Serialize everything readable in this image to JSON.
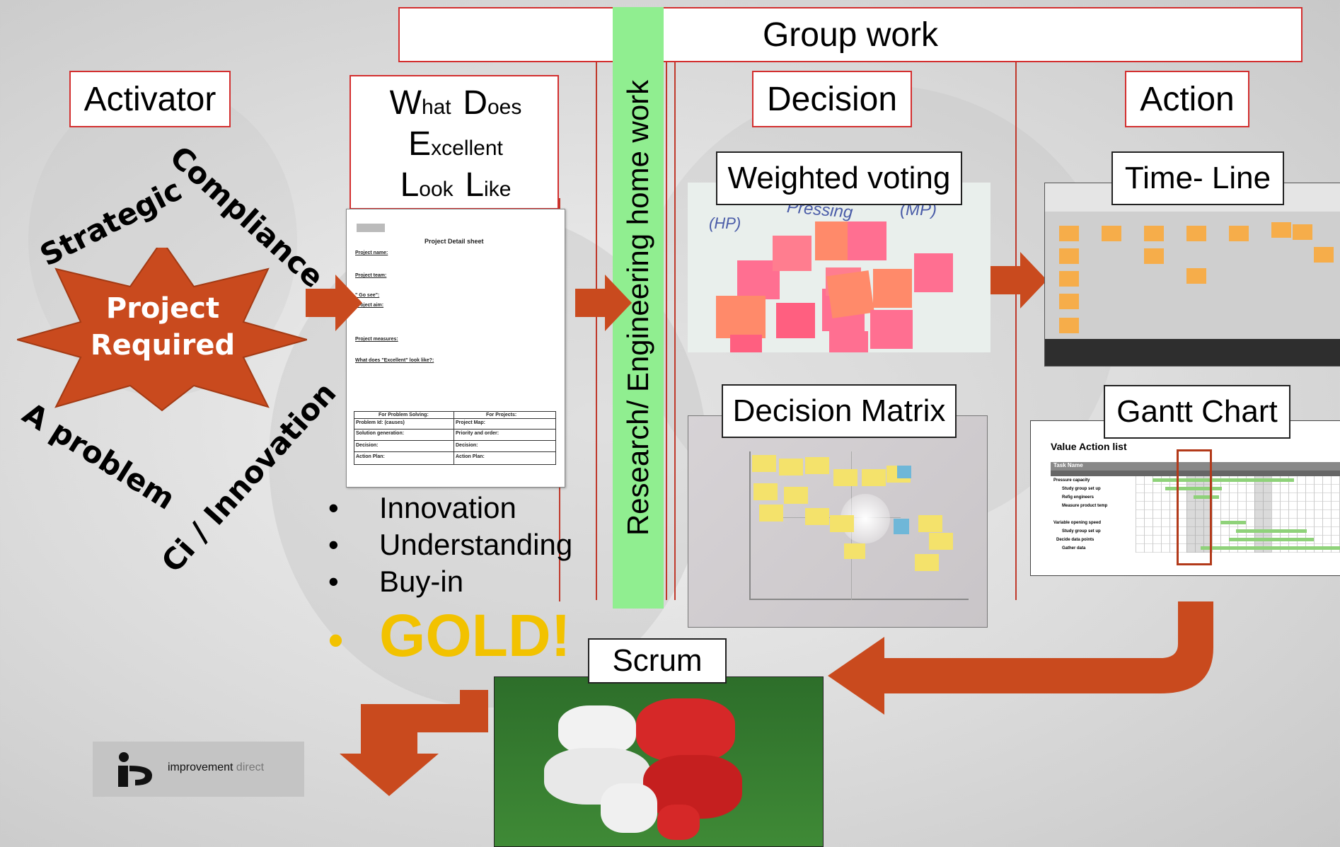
{
  "header": {
    "group_work": "Group work"
  },
  "columns": {
    "activator": "Activator",
    "decision": "Decision",
    "action": "Action"
  },
  "vertical_label": "Research/ Engineering home work",
  "star": {
    "line1": "Project",
    "line2": "Required"
  },
  "drivers": {
    "strategic": "Strategic",
    "compliance": "Compliance",
    "a_problem": "A problem",
    "ci_innovation": "Ci / Innovation"
  },
  "wdell": [
    {
      "cap": "W",
      "rest": "hat"
    },
    {
      "cap": "D",
      "rest": "oes"
    },
    {
      "cap": "E",
      "rest": "xcellent"
    },
    {
      "cap": "L",
      "rest": "ook"
    },
    {
      "cap": "L",
      "rest": "ike"
    }
  ],
  "doc": {
    "title": "Project Detail sheet",
    "fields": [
      "Project name:",
      "Project team:",
      "\" Go see\":",
      "Project aim:",
      "Project measures:",
      "What does \"Excellent\" look like?:"
    ],
    "table_headers": [
      "For Problem Solving:",
      "For Projects:"
    ],
    "table_rows": [
      [
        "Problem Id: (causes)",
        "Project Map:"
      ],
      [
        "Solution generation:",
        "Priority and order:"
      ],
      [
        "Decision:",
        "Decision:"
      ],
      [
        "Action Plan:",
        "Action Plan:"
      ]
    ]
  },
  "benefits": [
    "Innovation",
    "Understanding",
    "Buy-in"
  ],
  "gold": "GOLD!",
  "tools": {
    "weighted_voting": "Weighted voting",
    "decision_matrix": "Decision Matrix",
    "time_line": "Time- Line",
    "gantt_chart": "Gantt Chart",
    "scrum": "Scrum"
  },
  "weighted_voting_board": {
    "left": "(HP)",
    "center": "Pressing",
    "right": "(MP)"
  },
  "gantt": {
    "title": "Value Action list",
    "task_header": "Task Name",
    "rows": [
      "Pressure capacity",
      "Study group set up",
      "Refig engineers",
      "Measure product temp",
      "",
      "Variable opening speed",
      "Study group set up",
      "Decide data points",
      "Gather data"
    ]
  },
  "logo": {
    "text1": "improvement",
    "text2": " direct"
  },
  "colors": {
    "accent_red": "#c94a1e",
    "box_red": "#d32f2f",
    "gold": "#f2c200",
    "green_bar": "#90ee90"
  }
}
